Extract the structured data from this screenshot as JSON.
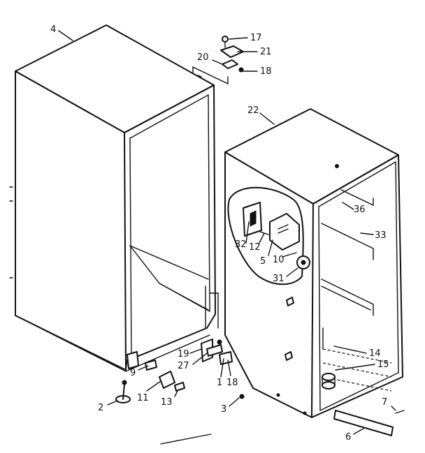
{
  "callouts": {
    "c4": "4",
    "c17": "17",
    "c21": "21",
    "c20": "20",
    "c18a": "18",
    "c22": "22",
    "c36": "36",
    "c33": "33",
    "c32": "32",
    "c12": "12",
    "c5": "5",
    "c10": "10",
    "c31": "31",
    "c14": "14",
    "c15": "15",
    "c19": "19",
    "c27": "27",
    "c1": "1",
    "c18b": "18",
    "c9": "9",
    "c11": "11",
    "c13": "13",
    "c2": "2",
    "c3": "3",
    "c7": "7",
    "c6": "6"
  }
}
